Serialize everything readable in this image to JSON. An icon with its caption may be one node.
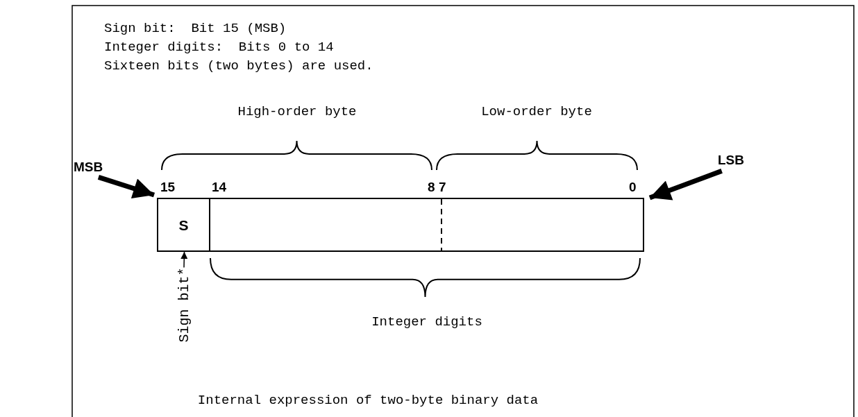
{
  "diagram": {
    "caption": "Internal expression of two-byte binary data",
    "nodes": [
      {
        "text": [],
        "shape": "bar"
      },
      {
        "text": [
          "S"
        ],
        "in": 0
      },
      {
        "text": [
          "MSB"
        ]
      },
      {
        "text": [
          "LSB"
        ]
      },
      {
        "text": [
          "Sign bit*"
        ]
      }
    ],
    "edges": [
      {
        "from": 2,
        "to": 0,
        "arrow": "to"
      },
      {
        "from": 3,
        "to": 0,
        "arrow": "to"
      },
      {
        "from": 4,
        "to": 1,
        "arrow": "to"
      }
    ],
    "labels": [
      "Sign bit:  Bit 15 (MSB)",
      "Integer digits:  Bits 0 to 14",
      "Sixteen bits (two bytes) are used.",
      "High-order byte",
      "Low-order byte",
      "15",
      "14",
      "8",
      "7",
      "0",
      "Integer digits"
    ]
  }
}
